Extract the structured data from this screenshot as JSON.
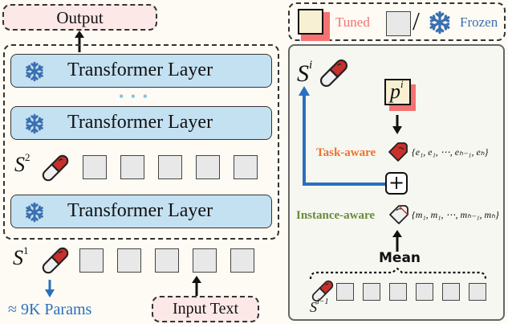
{
  "left": {
    "output_label": "Output",
    "input_label": "Input Text",
    "layers": [
      {
        "label": "Transformer Layer",
        "icon": "snowflake-icon"
      },
      {
        "label": "Transformer Layer",
        "icon": "snowflake-icon"
      },
      {
        "label": "Transformer Layer",
        "icon": "snowflake-icon"
      }
    ],
    "ellipsis": "• • •",
    "s2_label": {
      "base": "S",
      "sup": "2"
    },
    "s1_label": {
      "base": "S",
      "sup": "1"
    },
    "params_label": "≈ 9K Params"
  },
  "legend": {
    "tuned_label": "Tuned",
    "separator": "/",
    "frozen_label": "Frozen"
  },
  "right": {
    "si_label": {
      "base": "S",
      "sup": "i"
    },
    "pi_label": {
      "base": "p",
      "sup": "i"
    },
    "task_aware_label": "Task-aware",
    "task_set": "{e₁, e₁, ⋯, eₕ₋₁, eₕ}",
    "instance_aware_label": "Instance-aware",
    "instance_set": "{m₁, m₁, ⋯, mₕ₋₁, mₕ}",
    "plus_symbol": "+",
    "mean_label": "Mean",
    "si_minus_label": {
      "base": "S",
      "sup": "i−1"
    }
  },
  "colors": {
    "tuned": "#f47272",
    "frozen": "#3a6fb0",
    "task_aware": "#f07030",
    "instance_aware": "#6a8a3a",
    "params": "#2a6fbf",
    "arrow_blue": "#2a6fbf",
    "layer_fill": "#c4e1f2",
    "pill_red": "#c8302c"
  }
}
